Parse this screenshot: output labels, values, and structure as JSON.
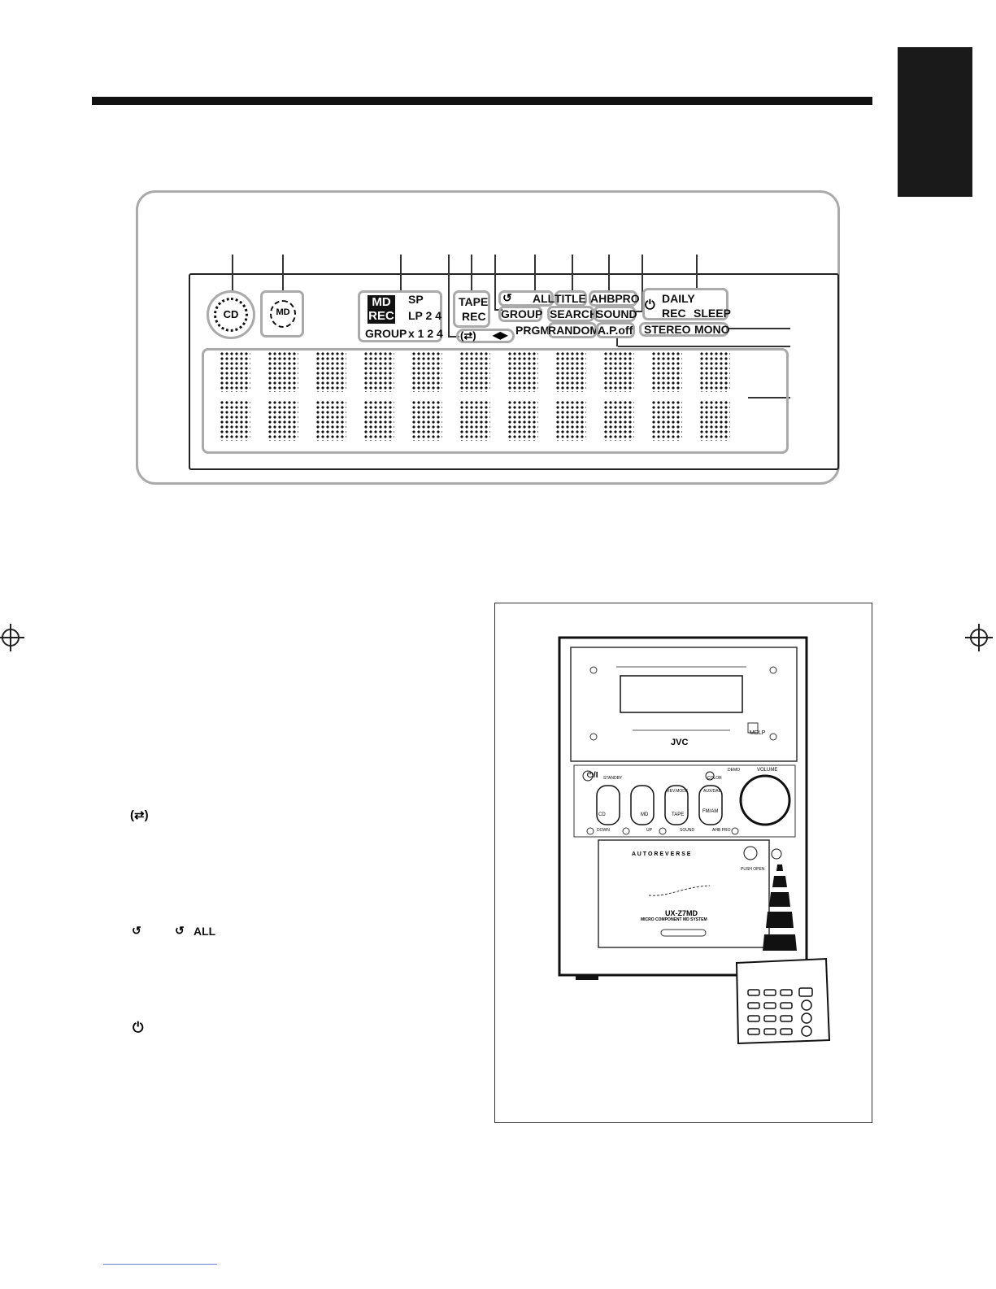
{
  "display": {
    "cd_label": "CD",
    "md_label": "MD",
    "md_badge": "MD",
    "rec_badge": "REC",
    "sp": "SP",
    "lp24": "LP 2 4",
    "group1": "GROUP",
    "x124": "x 1 2 4",
    "tape": "TAPE",
    "tape_rec": "REC",
    "repeat_all": "ALL",
    "group2": "GROUP",
    "prgm": "PRGM",
    "random": "RANDOM",
    "title": "TITLE",
    "search": "SEARCH",
    "ahbpro": "AHBPRO",
    "sound": "SOUND",
    "apoff": "A.P.off",
    "daily": "DAILY",
    "timer_rec": "REC",
    "sleep": "SLEEP",
    "stereo": "STEREO",
    "mono": "MONO"
  },
  "legend": {
    "repeat_all": "ALL"
  },
  "unit": {
    "brand": "JVC",
    "model": "UX-Z7MD",
    "subtitle": "MICRO COMPONENT MD SYSTEM",
    "auto_reverse": "A U T O   R E V E R S E",
    "volume": "VOLUME",
    "standby": "STANDBY",
    "demo": "DEMO",
    "color": "COLOR",
    "rev_mode": "REV.MODE",
    "aux_dab": "AUX/DAB",
    "fm_am": "FM/AM",
    "tape": "TAPE",
    "cd": "CD",
    "md": "MD",
    "down": "DOWN",
    "up": "UP",
    "sound": "SOUND",
    "ahbpro": "AHB PRO",
    "push_open": "PUSH OPEN",
    "mdlp": "MDLP",
    "power": "⏻/I"
  },
  "colors": {
    "ink": "#111111",
    "frame": "#aaaaaa",
    "accent_line": "#6d7fcf"
  }
}
